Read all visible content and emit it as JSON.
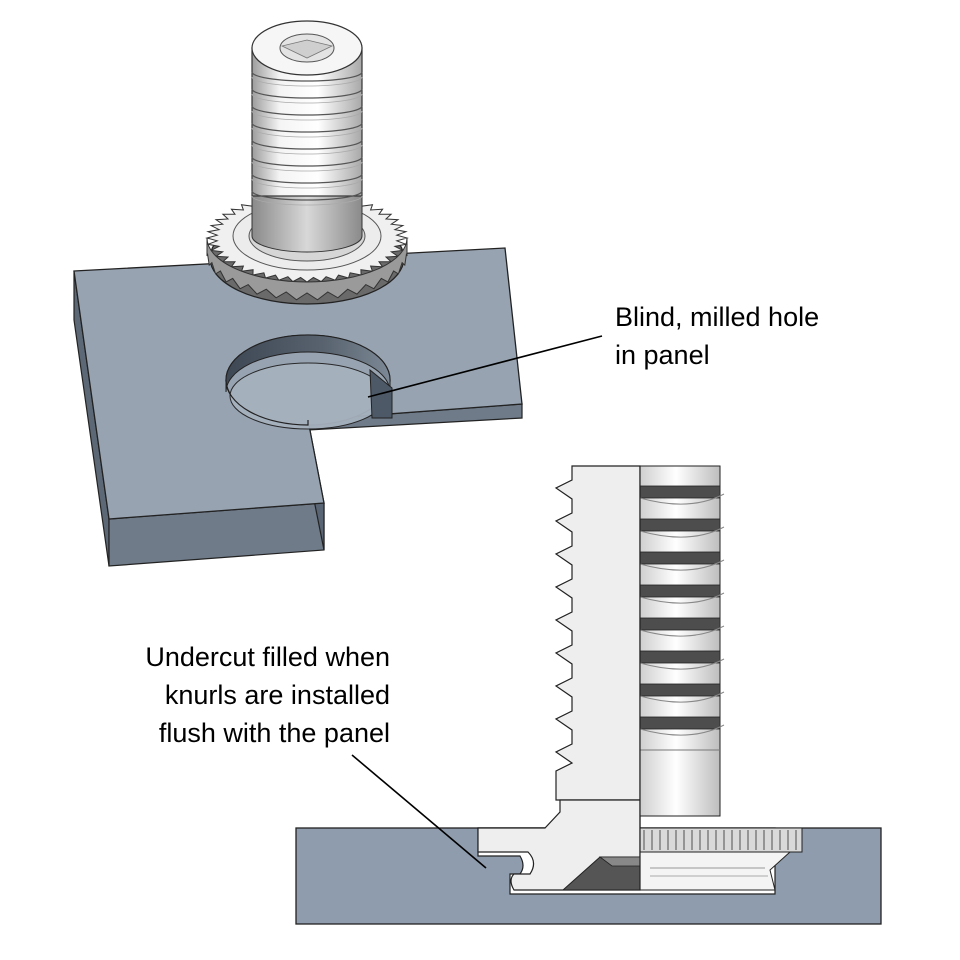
{
  "callouts": {
    "blind_hole": {
      "lines": [
        "Blind, milled hole",
        "in panel"
      ]
    },
    "undercut": {
      "lines": [
        "Undercut filled when",
        "knurls are installed",
        "flush with the panel"
      ]
    }
  },
  "colors": {
    "panel_top": "#97a3b1",
    "panel_front": "#707c8a",
    "panel_side": "#5c6876",
    "panel_section": "#8f9cad",
    "stud_light": "#efefef",
    "stud_shadow": "#9a9a9a",
    "stud_dark": "#4d4d4d",
    "outline": "#000000"
  },
  "icons": {
    "stud_3d": "self-clinching-stud-icon",
    "panel_3d": "notched-panel-icon",
    "section": "stud-section-view-icon"
  }
}
